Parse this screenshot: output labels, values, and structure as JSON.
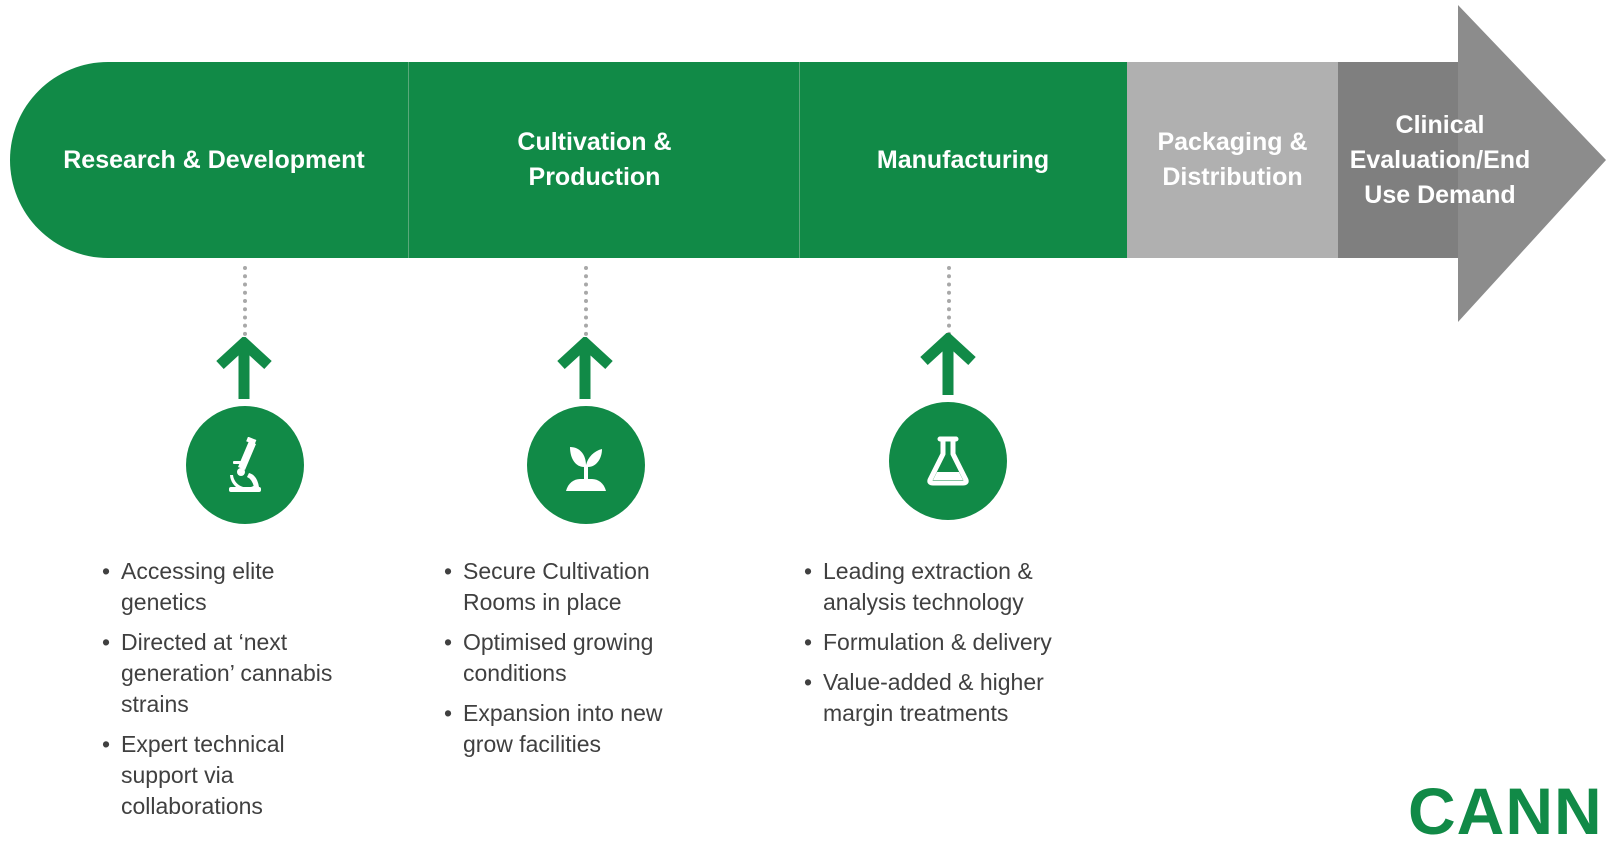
{
  "colors": {
    "green": "#118a47",
    "light_gray": "#b0b0b0",
    "dark_gray": "#7f7f7f",
    "arrow_gray": "#8c8c8c",
    "text_gray": "#404040",
    "dots_gray": "#a8a8a8"
  },
  "stages": [
    {
      "label": "Research & Development"
    },
    {
      "label": "Cultivation &\nProduction"
    },
    {
      "label": "Manufacturing"
    },
    {
      "label": "Packaging &\nDistribution"
    },
    {
      "label": "Clinical\nEvaluation/End\nUse Demand"
    }
  ],
  "details": [
    {
      "icon": "microscope-icon",
      "bullets": [
        "Accessing elite genetics",
        "Directed at ‘next generation’ cannabis strains",
        "Expert technical support via collaborations"
      ]
    },
    {
      "icon": "sprout-icon",
      "bullets": [
        "Secure Cultivation Rooms in place",
        "Optimised growing conditions",
        "Expansion into new grow facilities"
      ]
    },
    {
      "icon": "flask-icon",
      "bullets": [
        "Leading extraction & analysis technology",
        "Formulation & delivery",
        "Value-added & higher margin treatments"
      ]
    }
  ],
  "logo": {
    "text": "CANN"
  }
}
